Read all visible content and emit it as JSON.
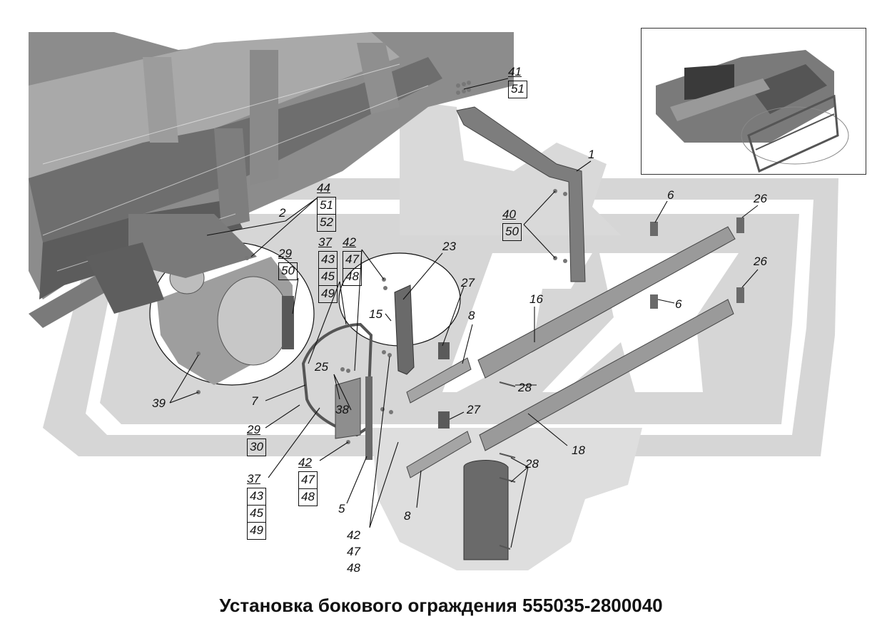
{
  "title": "Установка бокового ограждения 555035-2800040",
  "colors": {
    "watermark": "#cfcfcf",
    "part_dark": "#6f6f6f",
    "part_mid": "#9a9a9a",
    "part_light": "#c4c4c4",
    "line": "#111111"
  },
  "labels": {
    "l1": "1",
    "l2": "2",
    "l5": "5",
    "l6a": "6",
    "l6b": "6",
    "l7": "7",
    "l8a": "8",
    "l8b": "8",
    "l15": "15",
    "l16": "16",
    "l18": "18",
    "l23": "23",
    "l25": "25",
    "l26a": "26",
    "l26b": "26",
    "l27a": "27",
    "l27b": "27",
    "l28a": "28",
    "l28b": "28",
    "l29": "29",
    "l38": "38",
    "l39": "39"
  },
  "stacks": {
    "s41_51": [
      "41",
      "51"
    ],
    "s44_51_52": [
      "44",
      "51",
      "52"
    ],
    "s29_50": [
      "29",
      "50"
    ],
    "s37_43_45_49_top": [
      "37",
      "43",
      "45",
      "49"
    ],
    "s42_47_48_top": [
      "42",
      "47",
      "48"
    ],
    "s40_50": [
      "40",
      "50"
    ],
    "s29_30": [
      "29",
      "30"
    ],
    "s37_43_45_49_bot": [
      "37",
      "43",
      "45",
      "49"
    ],
    "s42_47_48_mid": [
      "42",
      "47",
      "48"
    ],
    "s42_47_48_bot": [
      "42",
      "47",
      "48"
    ]
  }
}
